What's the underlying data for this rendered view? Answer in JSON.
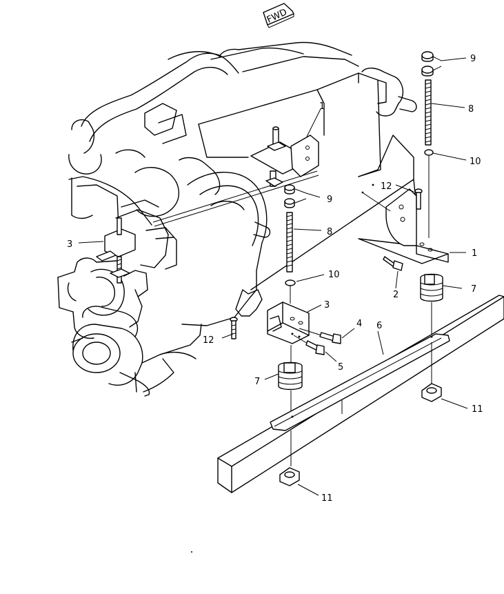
{
  "direction_badge": "FWD",
  "callouts": [
    {
      "id": "c-9a",
      "label": "9"
    },
    {
      "id": "c-8a",
      "label": "8"
    },
    {
      "id": "c-10a",
      "label": "10"
    },
    {
      "id": "c-1a",
      "label": "1"
    },
    {
      "id": "c-12a",
      "label": "12"
    },
    {
      "id": "c-9b",
      "label": "9"
    },
    {
      "id": "c-8b",
      "label": "8"
    },
    {
      "id": "c-1b",
      "label": "1"
    },
    {
      "id": "c-3a",
      "label": "3"
    },
    {
      "id": "c-10b",
      "label": "10"
    },
    {
      "id": "c-2",
      "label": "2"
    },
    {
      "id": "c-7a",
      "label": "7"
    },
    {
      "id": "c-3b",
      "label": "3"
    },
    {
      "id": "c-4",
      "label": "4"
    },
    {
      "id": "c-6",
      "label": "6"
    },
    {
      "id": "c-12b",
      "label": "12"
    },
    {
      "id": "c-5",
      "label": "5"
    },
    {
      "id": "c-7b",
      "label": "7"
    },
    {
      "id": "c-11a",
      "label": "11"
    },
    {
      "id": "c-11b",
      "label": "11"
    }
  ]
}
